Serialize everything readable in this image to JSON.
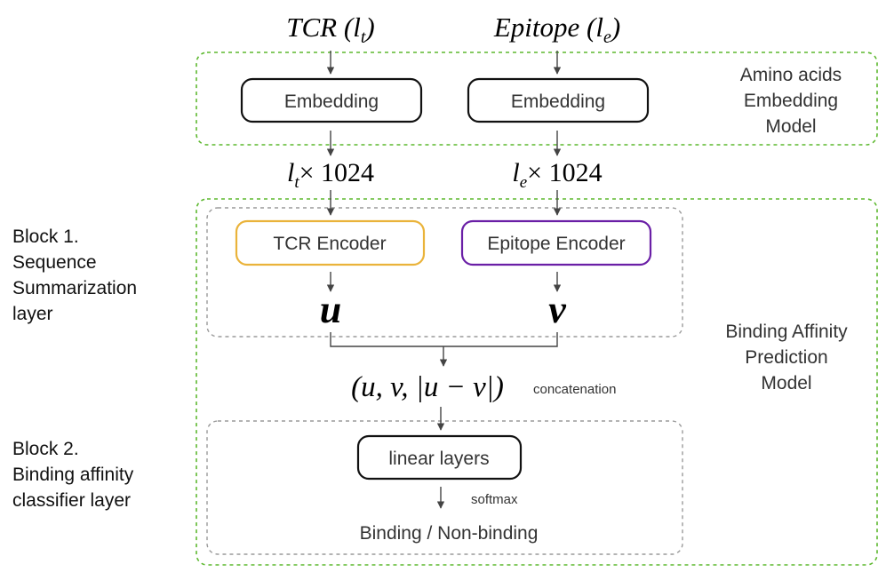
{
  "inputs": {
    "tcr_label": "TCR",
    "tcr_len_var": "l",
    "tcr_len_sub": "t",
    "epitope_label": "Epitope",
    "epitope_len_var": "l",
    "epitope_len_sub": "e"
  },
  "embedding_model": {
    "tcr_box": "Embedding",
    "epitope_box": "Embedding",
    "label_lines": [
      "Amino acids",
      "Embedding",
      "Model"
    ]
  },
  "dims": {
    "tcr_var": "l",
    "tcr_sub": "t",
    "tcr_rest": "× 1024",
    "epitope_var": "l",
    "epitope_sub": "e",
    "epitope_rest": "× 1024"
  },
  "block1": {
    "label_lines": [
      "Block 1.",
      "Sequence",
      "Summarization",
      "layer"
    ],
    "tcr_encoder": "TCR Encoder",
    "epitope_encoder": "Epitope Encoder",
    "u": "u",
    "v": "v"
  },
  "concat": {
    "formula": "(u, v, |u − v|)",
    "note": "concatenation"
  },
  "block2": {
    "label_lines": [
      "Block 2.",
      "Binding affinity",
      "classifier layer"
    ],
    "linear": "linear layers",
    "softmax": "softmax",
    "output": "Binding / Non-binding"
  },
  "prediction_model": {
    "label_lines": [
      "Binding Affinity",
      "Prediction",
      "Model"
    ]
  },
  "colors": {
    "green_dash": "#5db82f",
    "gray_dash": "#9a9a9a",
    "tcr_encoder_border": "#eab33a",
    "epitope_encoder_border": "#6a1fa6",
    "box_border": "#111111",
    "arrow": "#444444"
  }
}
